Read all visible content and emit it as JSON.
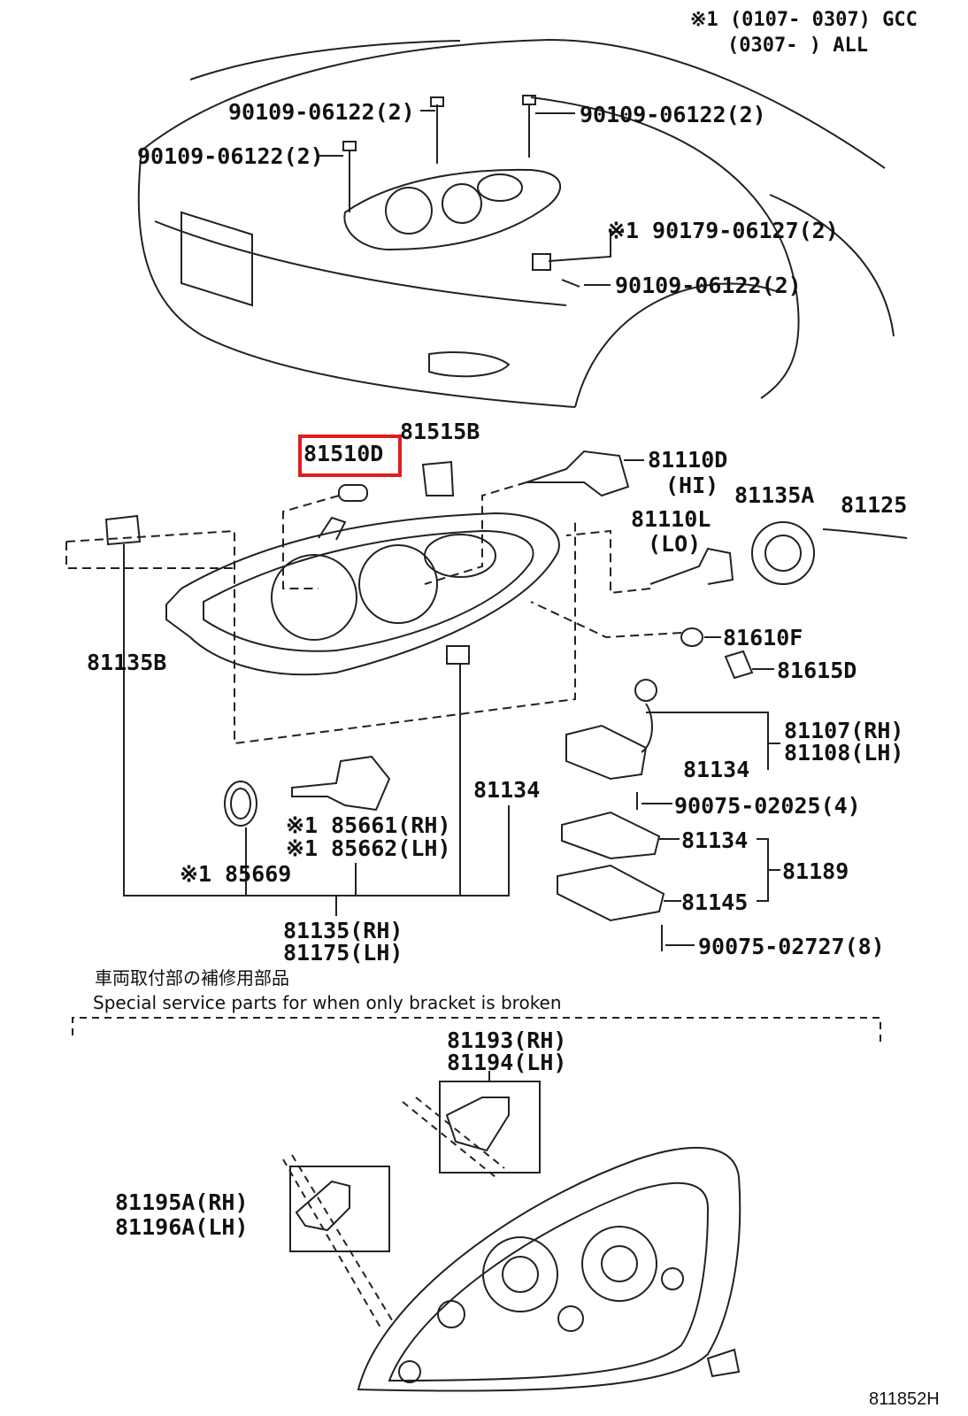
{
  "header": {
    "applicability_line1": "※1 (0107- 0307) GCC",
    "applicability_line2": "(0307-      ) ALL"
  },
  "labels": {
    "bolt_a": "90109-06122(2)",
    "bolt_b": "90109-06122(2)",
    "bolt_c": "90109-06122(2)",
    "clip_nut": "※1 90179-06127(2)",
    "bolt_d": "90109-06122(2)",
    "p81515b": "81515B",
    "p81510d": "81510D",
    "p81110d": "81110D",
    "p81110d_note": "(HI)",
    "p81135a": "81135A",
    "p81125": "81125",
    "p81110l": "81110L",
    "p81110l_note": "(LO)",
    "p81610f": "81610F",
    "p81615d": "81615D",
    "p81135b": "81135B",
    "p81107": "81107(RH)",
    "p81108": "81108(LH)",
    "p81134_a": "81134",
    "p90075_02025": "90075-02025(4)",
    "p81134_b": "81134",
    "p85661": "※1 85661(RH)",
    "p85662": "※1 85662(LH)",
    "p81134_c": "81134",
    "p81189": "81189",
    "p85669": "※1 85669",
    "p81145": "81145",
    "p81135": "81135(RH)",
    "p81175": "81175(LH)",
    "p90075_02727": "90075-02727(8)",
    "p81193": "81193(RH)",
    "p81194": "81194(LH)",
    "p81195a": "81195A(RH)",
    "p81196a": "81196A(LH)"
  },
  "notes": {
    "japanese": "車両取付部の補修用部品",
    "english": "Special service parts for when only bracket is broken"
  },
  "figure_id": "811852H",
  "highlight": {
    "target": "81510D",
    "color": "#e01e1e"
  }
}
